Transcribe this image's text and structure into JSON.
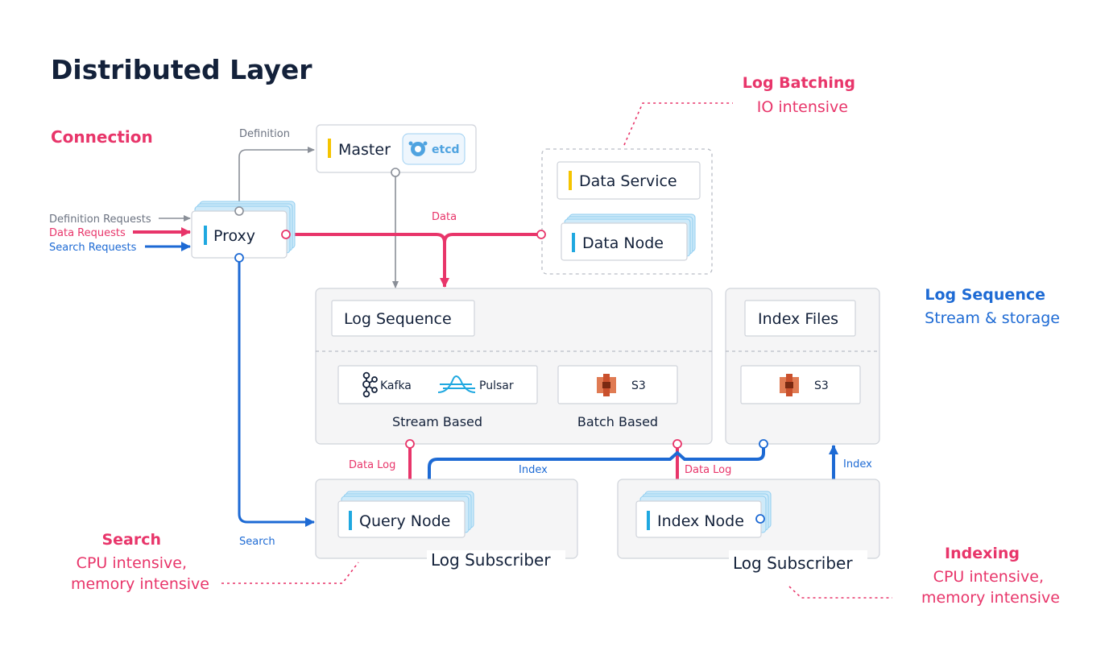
{
  "title": "Distributed Layer",
  "left_labels": {
    "connection": "Connection",
    "definition_requests": "Definition Requests",
    "data_requests": "Data Requests",
    "search_requests": "Search Requests"
  },
  "nodes": {
    "master": "Master",
    "etcd": "etcd",
    "proxy": "Proxy",
    "data_service": "Data Service",
    "data_node": "Data Node",
    "log_sequence": "Log Sequence",
    "index_files": "Index Files",
    "kafka": "Kafka",
    "pulsar": "Pulsar",
    "s3_batch": "S3",
    "s3_index": "S3",
    "stream_based": "Stream Based",
    "batch_based": "Batch Based",
    "query_node": "Query Node",
    "index_node": "Index Node",
    "log_subscriber_query": "Log Subscriber",
    "log_subscriber_index": "Log Subscriber"
  },
  "edge_labels": {
    "definition": "Definition",
    "data": "Data",
    "data_log_query": "Data Log",
    "data_log_index": "Data Log",
    "index_query": "Index",
    "index_files": "Index",
    "search": "Search"
  },
  "annotations": {
    "log_batching": {
      "title": "Log Batching",
      "subtitle": "IO intensive"
    },
    "log_sequence": {
      "title": "Log Sequence",
      "subtitle": "Stream & storage"
    },
    "search": {
      "title": "Search",
      "line1": "CPU intensive,",
      "line2": "memory intensive"
    },
    "indexing": {
      "title": "Indexing",
      "line1": "CPU intensive,",
      "line2": "memory intensive"
    }
  },
  "colors": {
    "pink": "#e8356a",
    "blue": "#1d6ad4",
    "grey": "#8a8f98",
    "yellow_accent": "#f5c400",
    "cyan_accent": "#1fa8e0",
    "etcd_blue": "#4fa3e0",
    "s3_orange": "#c9502c"
  },
  "icons": [
    "etcd-icon",
    "kafka-icon",
    "pulsar-icon",
    "s3-icon"
  ]
}
